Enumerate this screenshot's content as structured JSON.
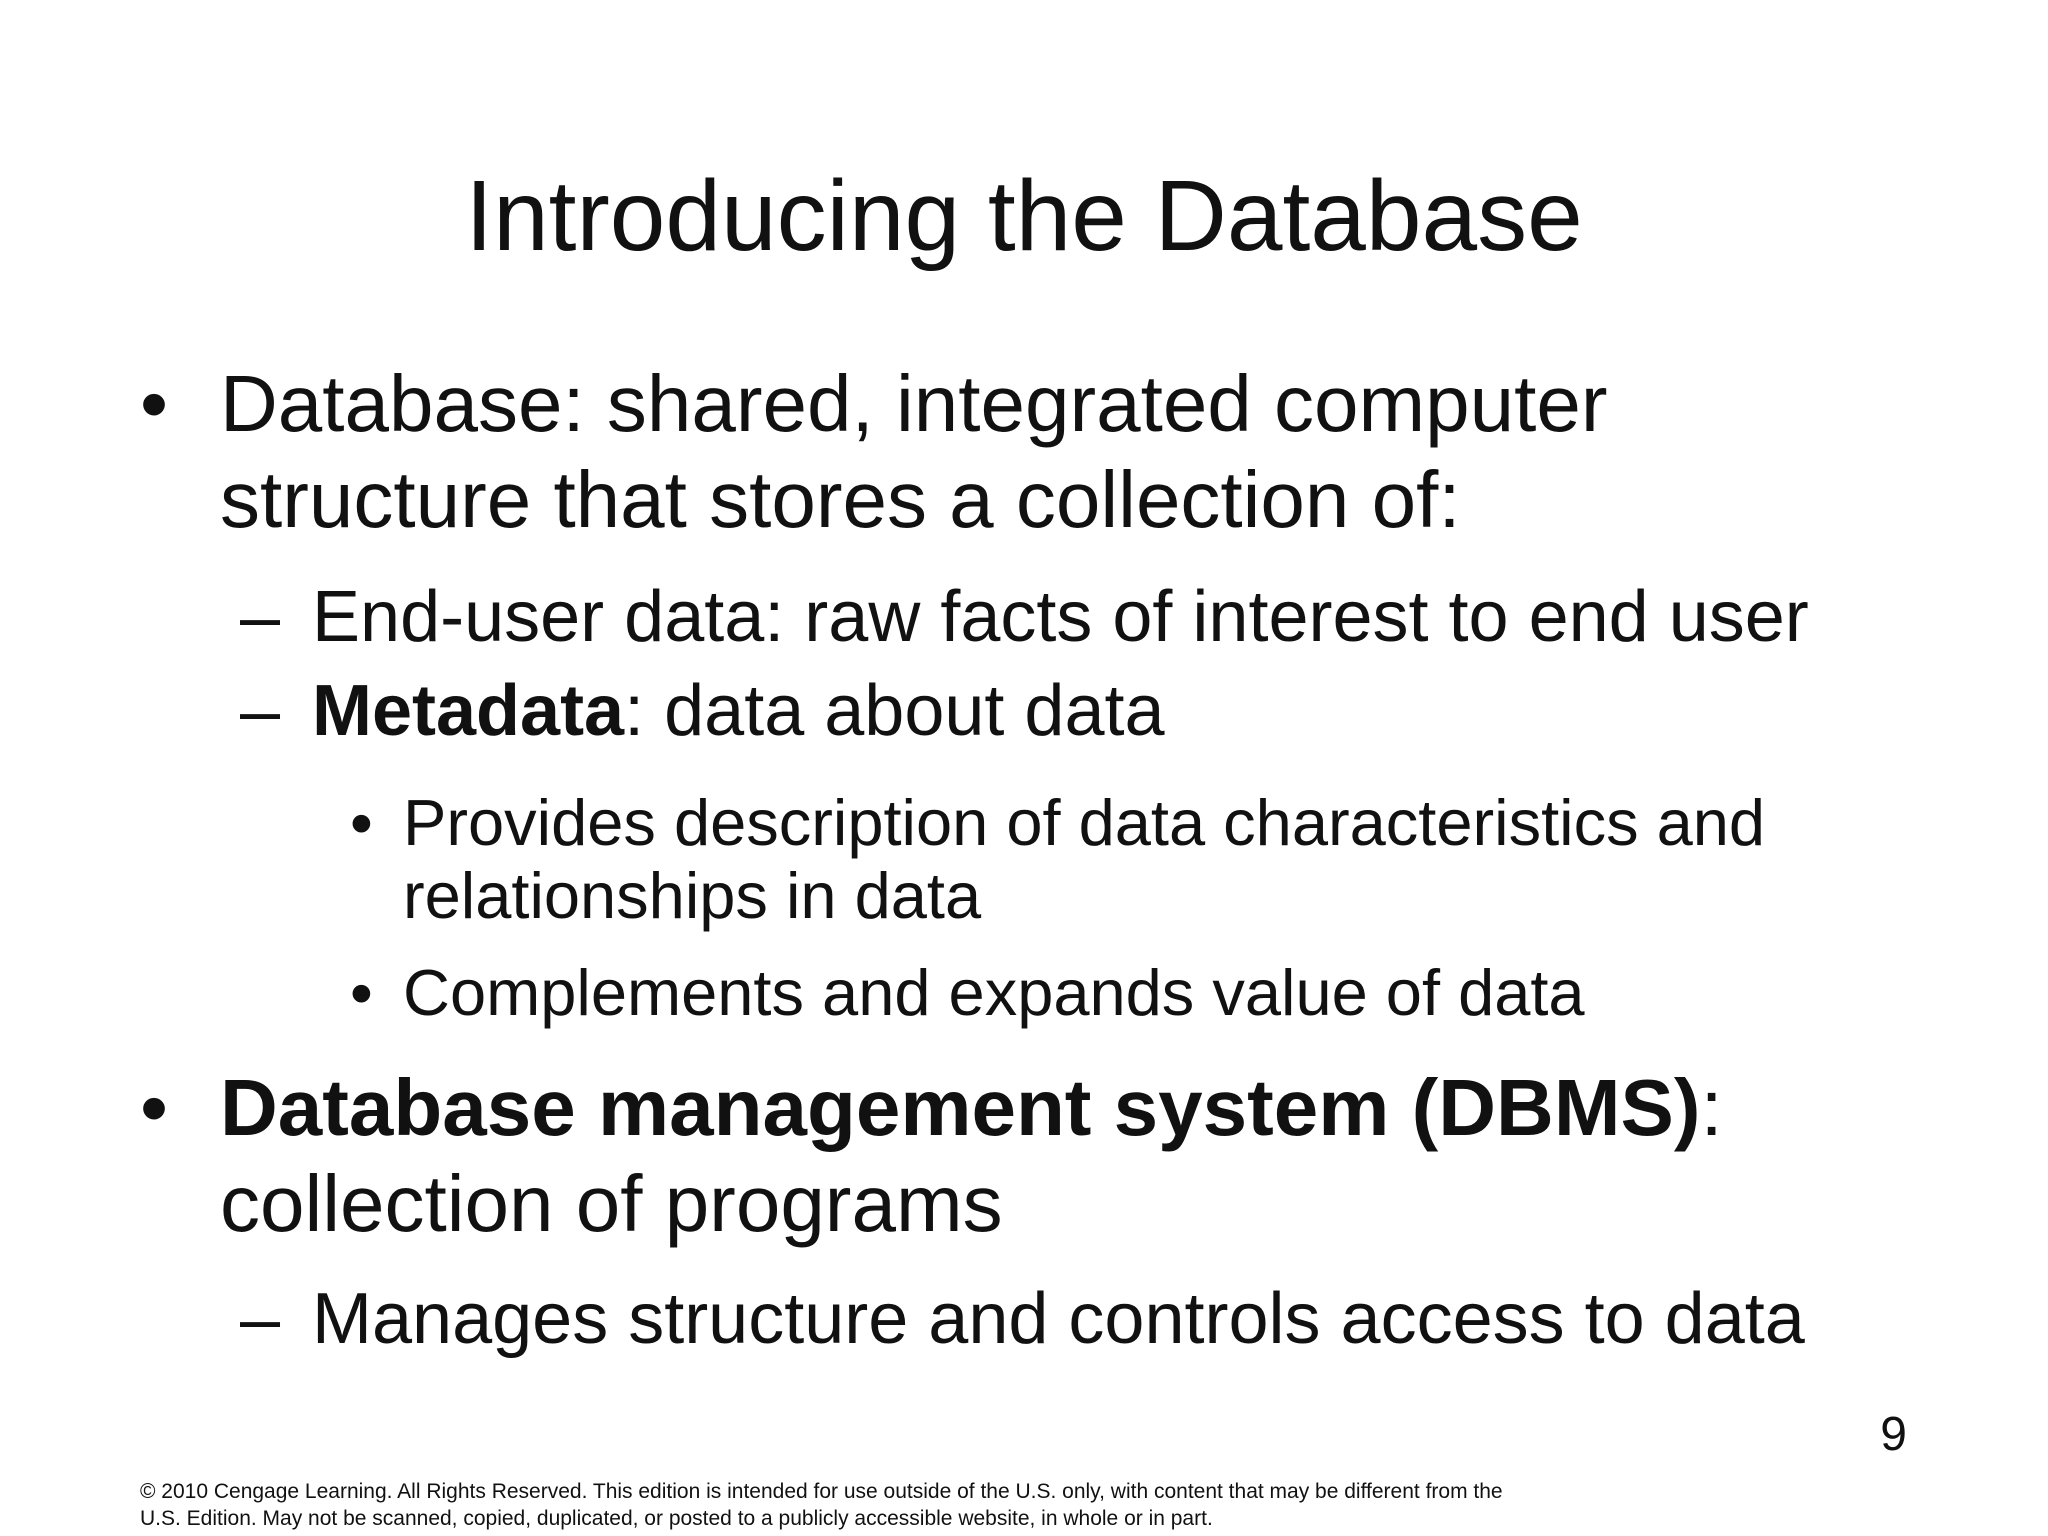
{
  "slide": {
    "title": "Introducing the Database",
    "bullets": {
      "b1": {
        "marker": "•",
        "text": "Database: shared, integrated computer\nstructure that stores a collection of:"
      },
      "b2": {
        "marker": "–",
        "text": "End-user data: raw facts of interest to end user"
      },
      "b3": {
        "marker": "–",
        "bold_lead": "Metadata",
        "text": ": data about data"
      },
      "b4": {
        "marker": "•",
        "text": "Provides description of data characteristics and\nrelationships in data"
      },
      "b5": {
        "marker": "•",
        "text": "Complements and expands value of data"
      },
      "b6": {
        "marker": "•",
        "bold_lead": "Database management system (DBMS)",
        "text": ":\ncollection of programs"
      },
      "b7": {
        "marker": "–",
        "text": "Manages structure and controls access to data"
      }
    },
    "page_number": "9",
    "footer": "© 2010 Cengage Learning. All Rights Reserved. This edition is intended for use outside of the U.S. only, with content that may be different from the\nU.S. Edition. May not be scanned, copied, duplicated, or posted to a publicly accessible website, in whole or in part."
  },
  "colors": {
    "text": "#111111",
    "background": "#ffffff"
  }
}
